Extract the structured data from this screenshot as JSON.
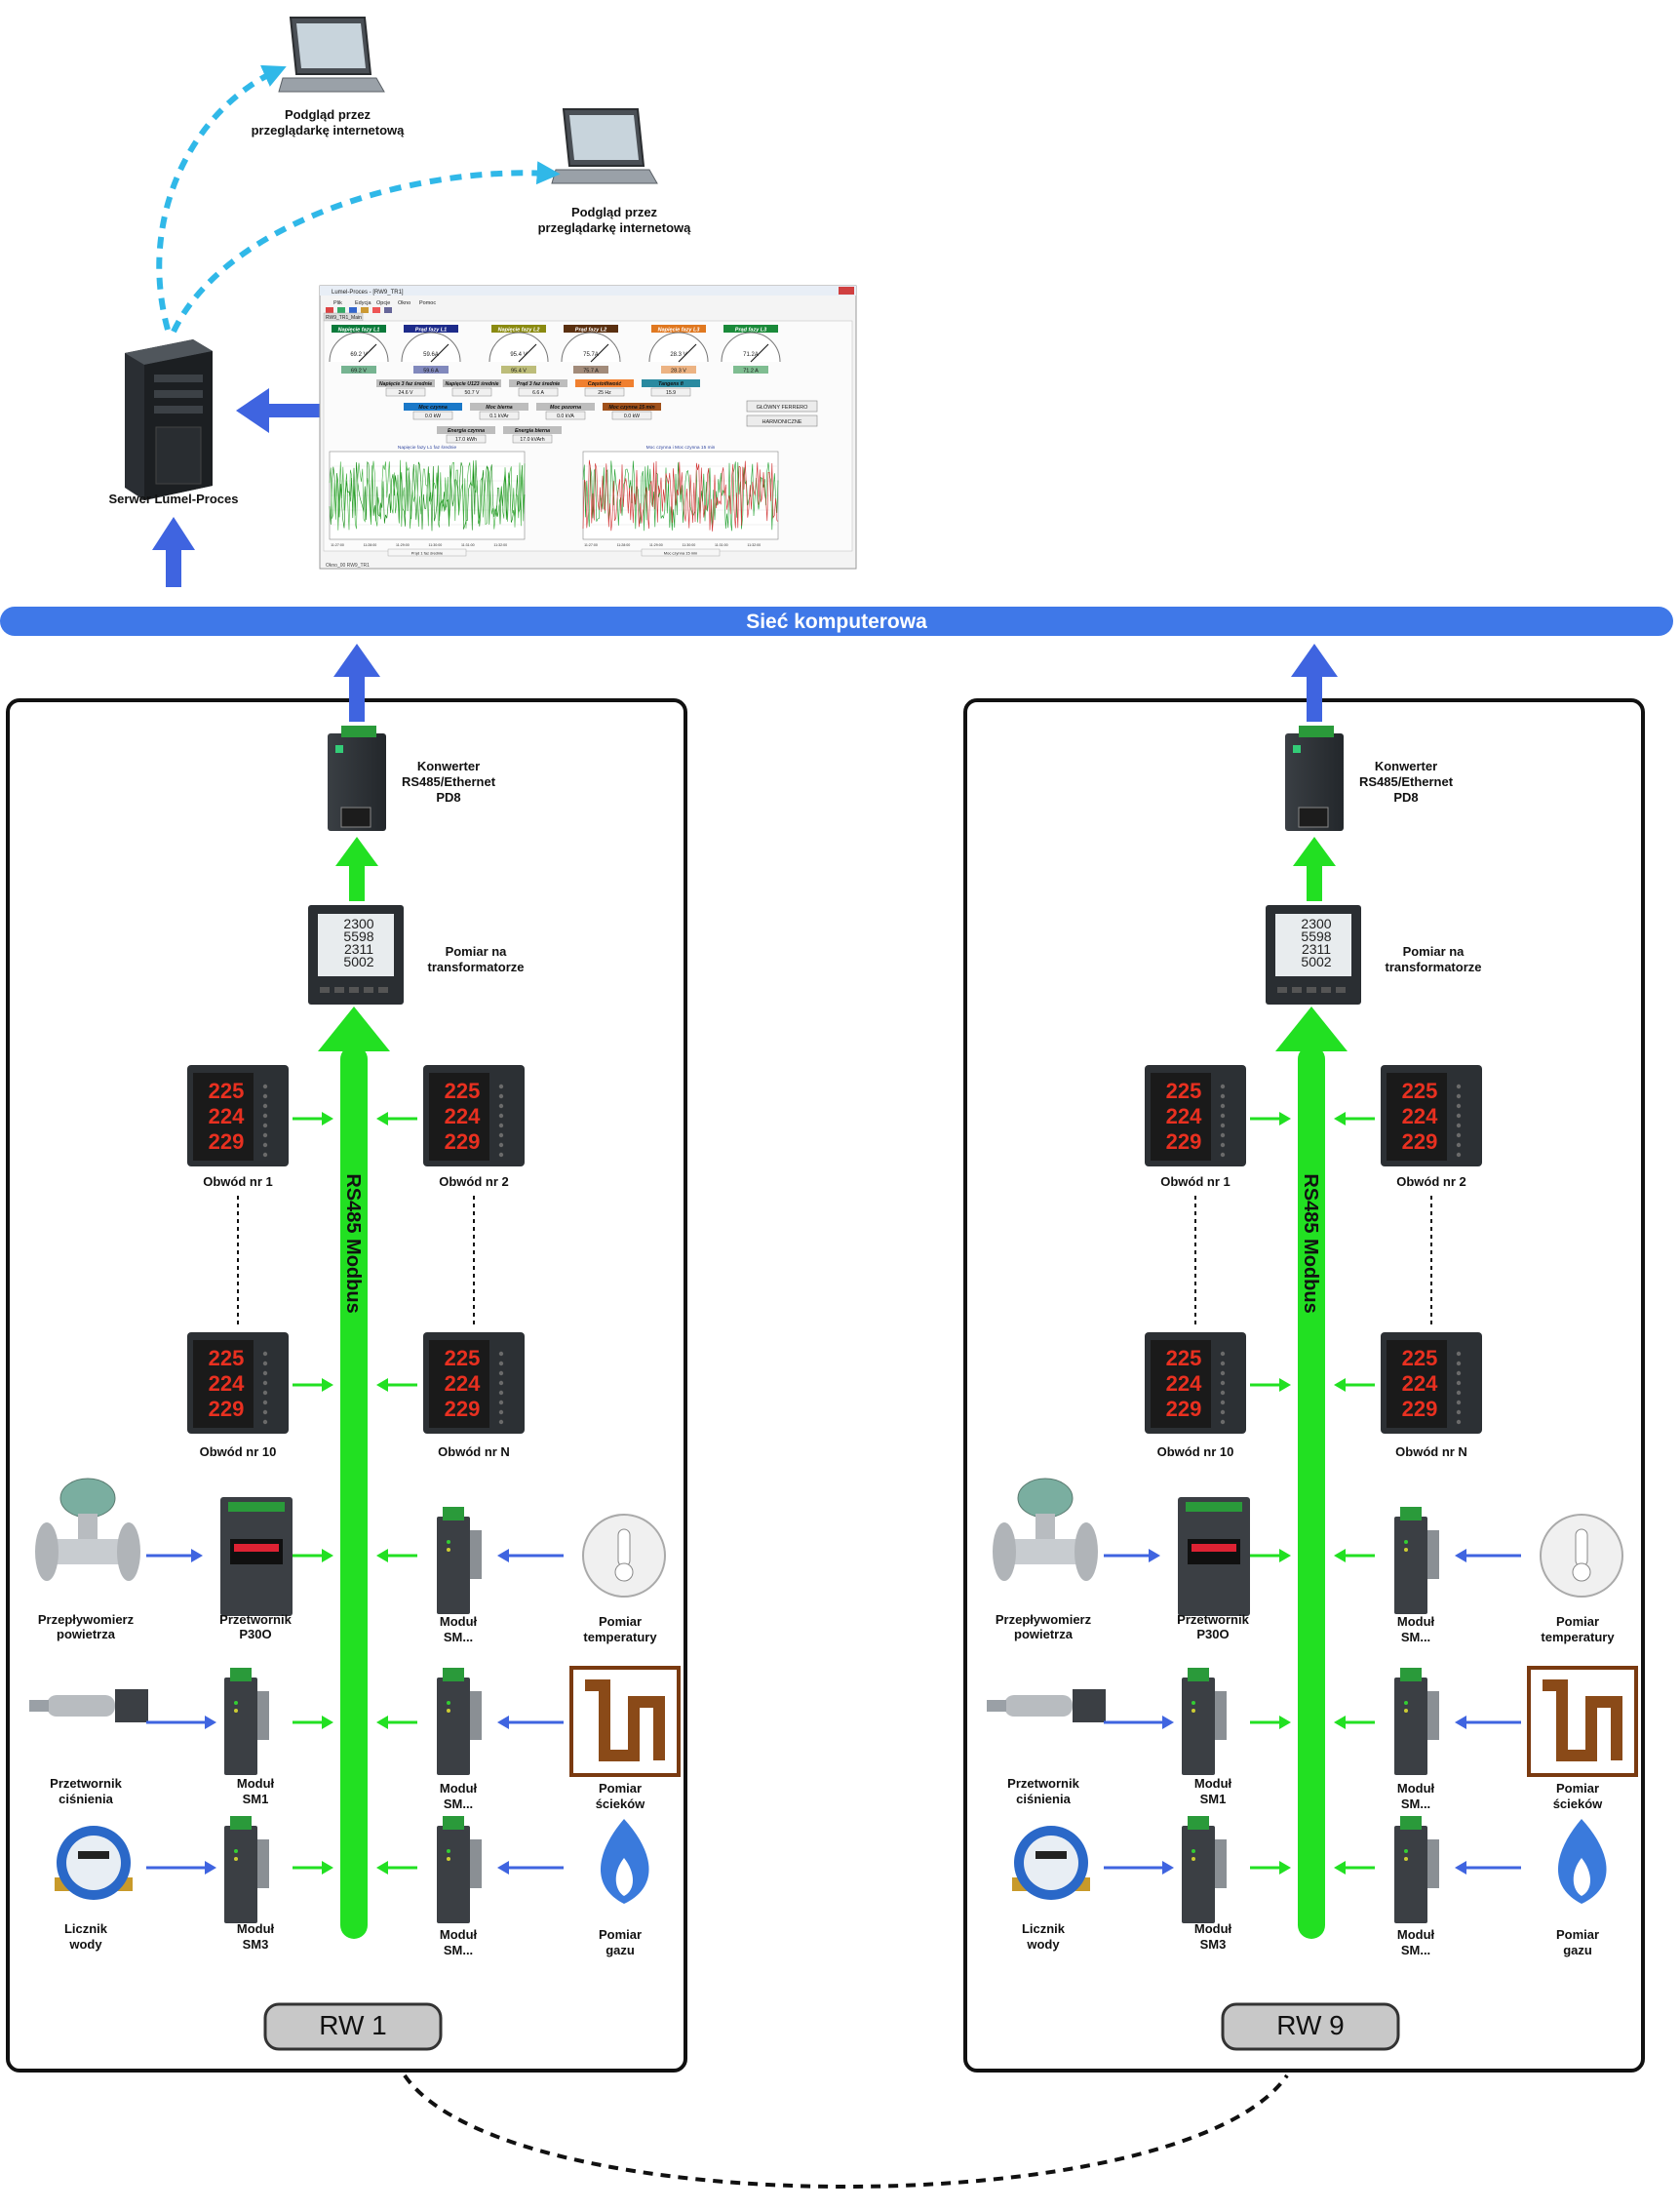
{
  "laptops": [
    {
      "line1": "Podgląd przez",
      "line2": "przeglądarkę internetową"
    },
    {
      "line1": "Podgląd przez",
      "line2": "przeglądarkę internetową"
    }
  ],
  "server": {
    "label": "Serwer Lumel-Proces"
  },
  "network": {
    "label": "Sieć komputerowa"
  },
  "screenshot": {
    "title": "Lumel-Proces - [RW9_TR1]",
    "menu": [
      "Plik",
      "Edycja",
      "Opcje",
      "Okno",
      "Pomoc"
    ],
    "tab": "RW9_TR1_Main",
    "gauges": [
      {
        "title": "Napięcie fazy L1",
        "value": "69.2 V",
        "readout": "69.2 V",
        "color": "#0a7a3a"
      },
      {
        "title": "Prąd fazy L1",
        "value": "59.6A",
        "readout": "59.6 A",
        "color": "#1d2b8a"
      },
      {
        "title": "Napięcie fazy L2",
        "value": "95.4 V",
        "readout": "95.4 V",
        "color": "#8a8a10"
      },
      {
        "title": "Prąd fazy L2",
        "value": "75.7A",
        "readout": "75.7 A",
        "color": "#5a3010"
      },
      {
        "title": "Napięcie fazy L3",
        "value": "28.3 V",
        "readout": "28.3 V",
        "color": "#e07820"
      },
      {
        "title": "Prąd fazy L3",
        "value": "71.2A",
        "readout": "71.2 A",
        "color": "#1a8a3a"
      }
    ],
    "values_row1": [
      {
        "label": "Napięcie 3 faz średnie",
        "value": "24.6 V",
        "color": "#bdbdbd"
      },
      {
        "label": "Napięcie U123 średnie",
        "value": "50.7 V",
        "color": "#bdbdbd"
      },
      {
        "label": "Prąd 3 faz średnie",
        "value": "6.6 A",
        "color": "#bdbdbd"
      },
      {
        "label": "Częstotliwość",
        "value": "25 Hz",
        "color": "#f08030"
      },
      {
        "label": "Tangens fi",
        "value": "15.9",
        "color": "#2a8aa0"
      }
    ],
    "values_row2": [
      {
        "label": "Moc czynna",
        "value": "0.0 kW",
        "color": "#1a78c8"
      },
      {
        "label": "Moc bierna",
        "value": "0.1 kVAr",
        "color": "#bdbdbd"
      },
      {
        "label": "Moc pozorna",
        "value": "0.0 kVA",
        "color": "#bdbdbd"
      },
      {
        "label": "Moc czynna 15 min",
        "value": "0.0 kW",
        "color": "#a0501a"
      }
    ],
    "values_row3": [
      {
        "label": "Energia czynna",
        "value": "17.0 kWh",
        "color": "#bdbdbd"
      },
      {
        "label": "Energia bierna",
        "value": "17.0 kVArh",
        "color": "#bdbdbd"
      }
    ],
    "buttons": [
      "GŁÓWNY FERRERO",
      "HARMONICZNE"
    ],
    "chart1": {
      "title": "Napięcie fazy L1 faz średnie",
      "legend": "Prąd 1 faz średnie"
    },
    "chart2": {
      "title": "Moc czynna i Moc czynna 15 min",
      "legend": "Moc czynna 15 min"
    },
    "x_ticks": [
      "11:27:00",
      "11:27:30",
      "11:28:00",
      "11:28:30",
      "11:29:00",
      "11:29:30",
      "11:30:00",
      "11:30:30",
      "11:31:00",
      "11:31:30",
      "11:32:00",
      "11:32:30"
    ],
    "status": "Okno_00 RW9_TR1"
  },
  "columns": [
    {
      "station": "RW 1",
      "converter": {
        "line1": "Konwerter",
        "line2": "RS485/Ethernet",
        "line3": "PD8"
      },
      "meter": {
        "line1": "Pomiar na",
        "line2": "transformatorze",
        "digits": [
          "2300",
          "5598",
          "2311",
          "5002"
        ]
      },
      "bus_label": "RS485 Modbus",
      "circuits": [
        "Obwód nr 1",
        "Obwód nr 2",
        "Obwód nr 10",
        "Obwód nr N"
      ],
      "n14_digits": [
        "225",
        "224",
        "229"
      ],
      "left_devices": [
        {
          "sensor": [
            "Przepływomierz",
            "powietrza"
          ],
          "module": [
            "Przetwornik",
            "P30O"
          ]
        },
        {
          "sensor": [
            "Przetwornik",
            "ciśnienia"
          ],
          "module": [
            "Moduł",
            "SM1"
          ]
        },
        {
          "sensor": [
            "Licznik",
            "wody"
          ],
          "module": [
            "Moduł",
            "SM3"
          ]
        }
      ],
      "right_devices": [
        {
          "sensor": [
            "Pomiar",
            "temperatury"
          ],
          "module": [
            "Moduł",
            "SM..."
          ]
        },
        {
          "sensor": [
            "Pomiar",
            "ścieków"
          ],
          "module": [
            "Moduł",
            "SM..."
          ]
        },
        {
          "sensor": [
            "Pomiar",
            "gazu"
          ],
          "module": [
            "Moduł",
            "SM..."
          ]
        }
      ]
    },
    {
      "station": "RW 9",
      "converter": {
        "line1": "Konwerter",
        "line2": "RS485/Ethernet",
        "line3": "PD8"
      },
      "meter": {
        "line1": "Pomiar na",
        "line2": "transformatorze",
        "digits": [
          "2300",
          "5598",
          "2311",
          "5002"
        ]
      },
      "bus_label": "RS485 Modbus",
      "circuits": [
        "Obwód nr 1",
        "Obwód nr 2",
        "Obwód nr 10",
        "Obwód nr N"
      ],
      "n14_digits": [
        "225",
        "224",
        "229"
      ],
      "left_devices": [
        {
          "sensor": [
            "Przepływomierz",
            "powietrza"
          ],
          "module": [
            "Przetwornik",
            "P30O"
          ]
        },
        {
          "sensor": [
            "Przetwornik",
            "ciśnienia"
          ],
          "module": [
            "Moduł",
            "SM1"
          ]
        },
        {
          "sensor": [
            "Licznik",
            "wody"
          ],
          "module": [
            "Moduł",
            "SM3"
          ]
        }
      ],
      "right_devices": [
        {
          "sensor": [
            "Pomiar",
            "temperatury"
          ],
          "module": [
            "Moduł",
            "SM..."
          ]
        },
        {
          "sensor": [
            "Pomiar",
            "ścieków"
          ],
          "module": [
            "Moduł",
            "SM..."
          ]
        },
        {
          "sensor": [
            "Pomiar",
            "gazu"
          ],
          "module": [
            "Moduł",
            "SM..."
          ]
        }
      ]
    }
  ],
  "colors": {
    "bus": "#22e022",
    "network": "#3f78e8",
    "arrow_blue": "#3f64e0",
    "dashed_cyan": "#30b8e8"
  }
}
